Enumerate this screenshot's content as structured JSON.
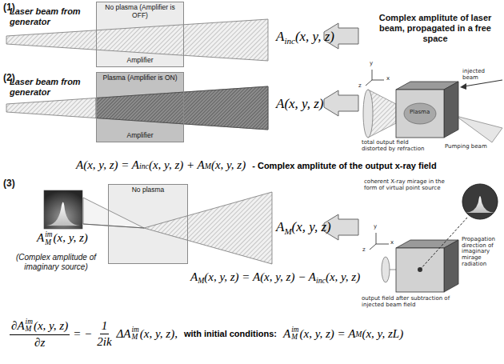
{
  "diagram": {
    "nodes": [
      {
        "text": [
          "No plasma (Amplifier is OFF)",
          "Amplifier"
        ]
      },
      {
        "text": [
          "Plasma (Amplifier is ON)",
          "Amplifier"
        ]
      },
      {
        "text": [
          "No plasma"
        ]
      }
    ],
    "labels": [
      "(1)",
      "Laser beam from generator",
      "A",
      "inc",
      "(x, y, z)",
      "Complex amplitute of laser beam, propagated in a free space",
      "(2)",
      "Laser beam from generator",
      "A(x, y, z)",
      "Plasma",
      "injected beam",
      "Pumping beam",
      "total output field distorted by refraction",
      "y",
      "x",
      "z",
      "A(x, y, z) = A",
      "inc",
      "(x, y, z) + A",
      "M",
      "(x, y, z)",
      "- Complex amplitute of the output x-ray field",
      "(3)",
      "A",
      "im",
      "M",
      "(x, y, z)",
      "(Complex amplitude of imaginary source)",
      "A",
      "M",
      "(x, y, z)",
      "A",
      "M",
      "(x, y, z) = A(x, y, z) − A",
      "inc",
      "(x, y, z)",
      "coherent X-ray mirage in the form of virtual point source",
      "output field after subtraction of injected beam field",
      "Propagation direction of imaginary mirage radiation",
      "y",
      "x",
      "z",
      "∂A",
      "im",
      "M",
      "(x, y, z)",
      "∂z",
      "= −",
      "1",
      "2ik",
      "ΔA",
      "im",
      "M",
      "(x, y, z),",
      "with initial conditions:",
      "A",
      "im",
      "M",
      "(x, y, z) = A",
      "M",
      "(x, y, zL)"
    ]
  }
}
